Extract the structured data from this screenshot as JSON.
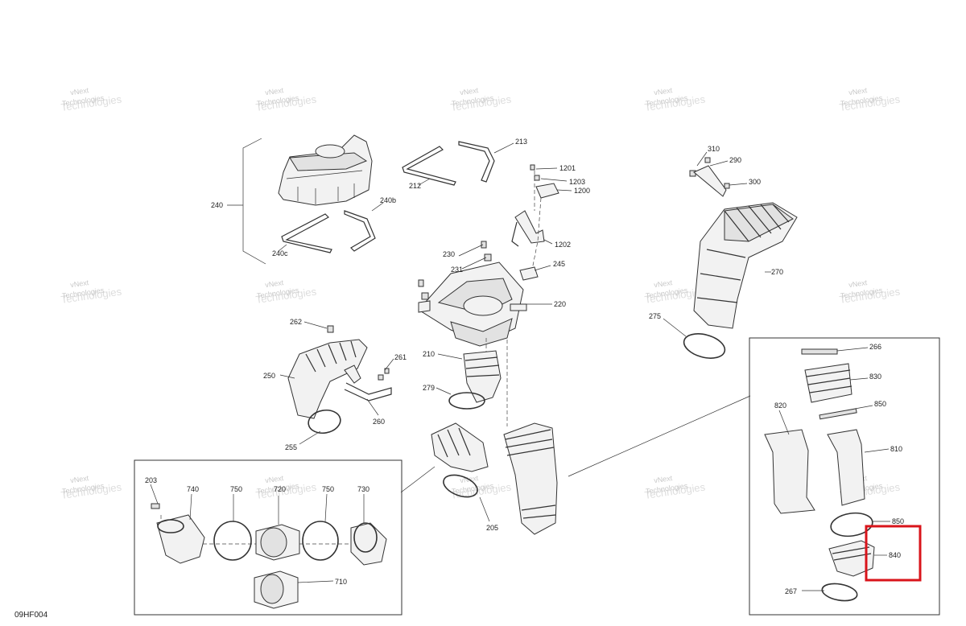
{
  "diagram": {
    "code": "09HF004",
    "watermark_line1": "vNext",
    "watermark_line2": "Technologies",
    "highlight_color": "#d9141b",
    "callouts": {
      "c240": "240",
      "c240b": "240b",
      "c240c": "240c",
      "c212": "212",
      "c213": "213",
      "c1201": "1201",
      "c1203": "1203",
      "c1200": "1200",
      "c1202": "1202",
      "c245": "245",
      "c230": "230",
      "c231": "231",
      "c220": "220",
      "c310": "310",
      "c290": "290",
      "c300": "300",
      "c270": "270",
      "c275": "275",
      "c262": "262",
      "c261": "261",
      "c250": "250",
      "c260": "260",
      "c255": "255",
      "c210": "210",
      "c279": "279",
      "c205": "205",
      "c203": "203",
      "c740": "740",
      "c750a": "750",
      "c720": "720",
      "c750b": "750",
      "c730": "730",
      "c710": "710",
      "c266": "266",
      "c830": "830",
      "c850a": "850",
      "c820": "820",
      "c810": "810",
      "c850b": "850",
      "c840": "840",
      "c267": "267"
    }
  }
}
